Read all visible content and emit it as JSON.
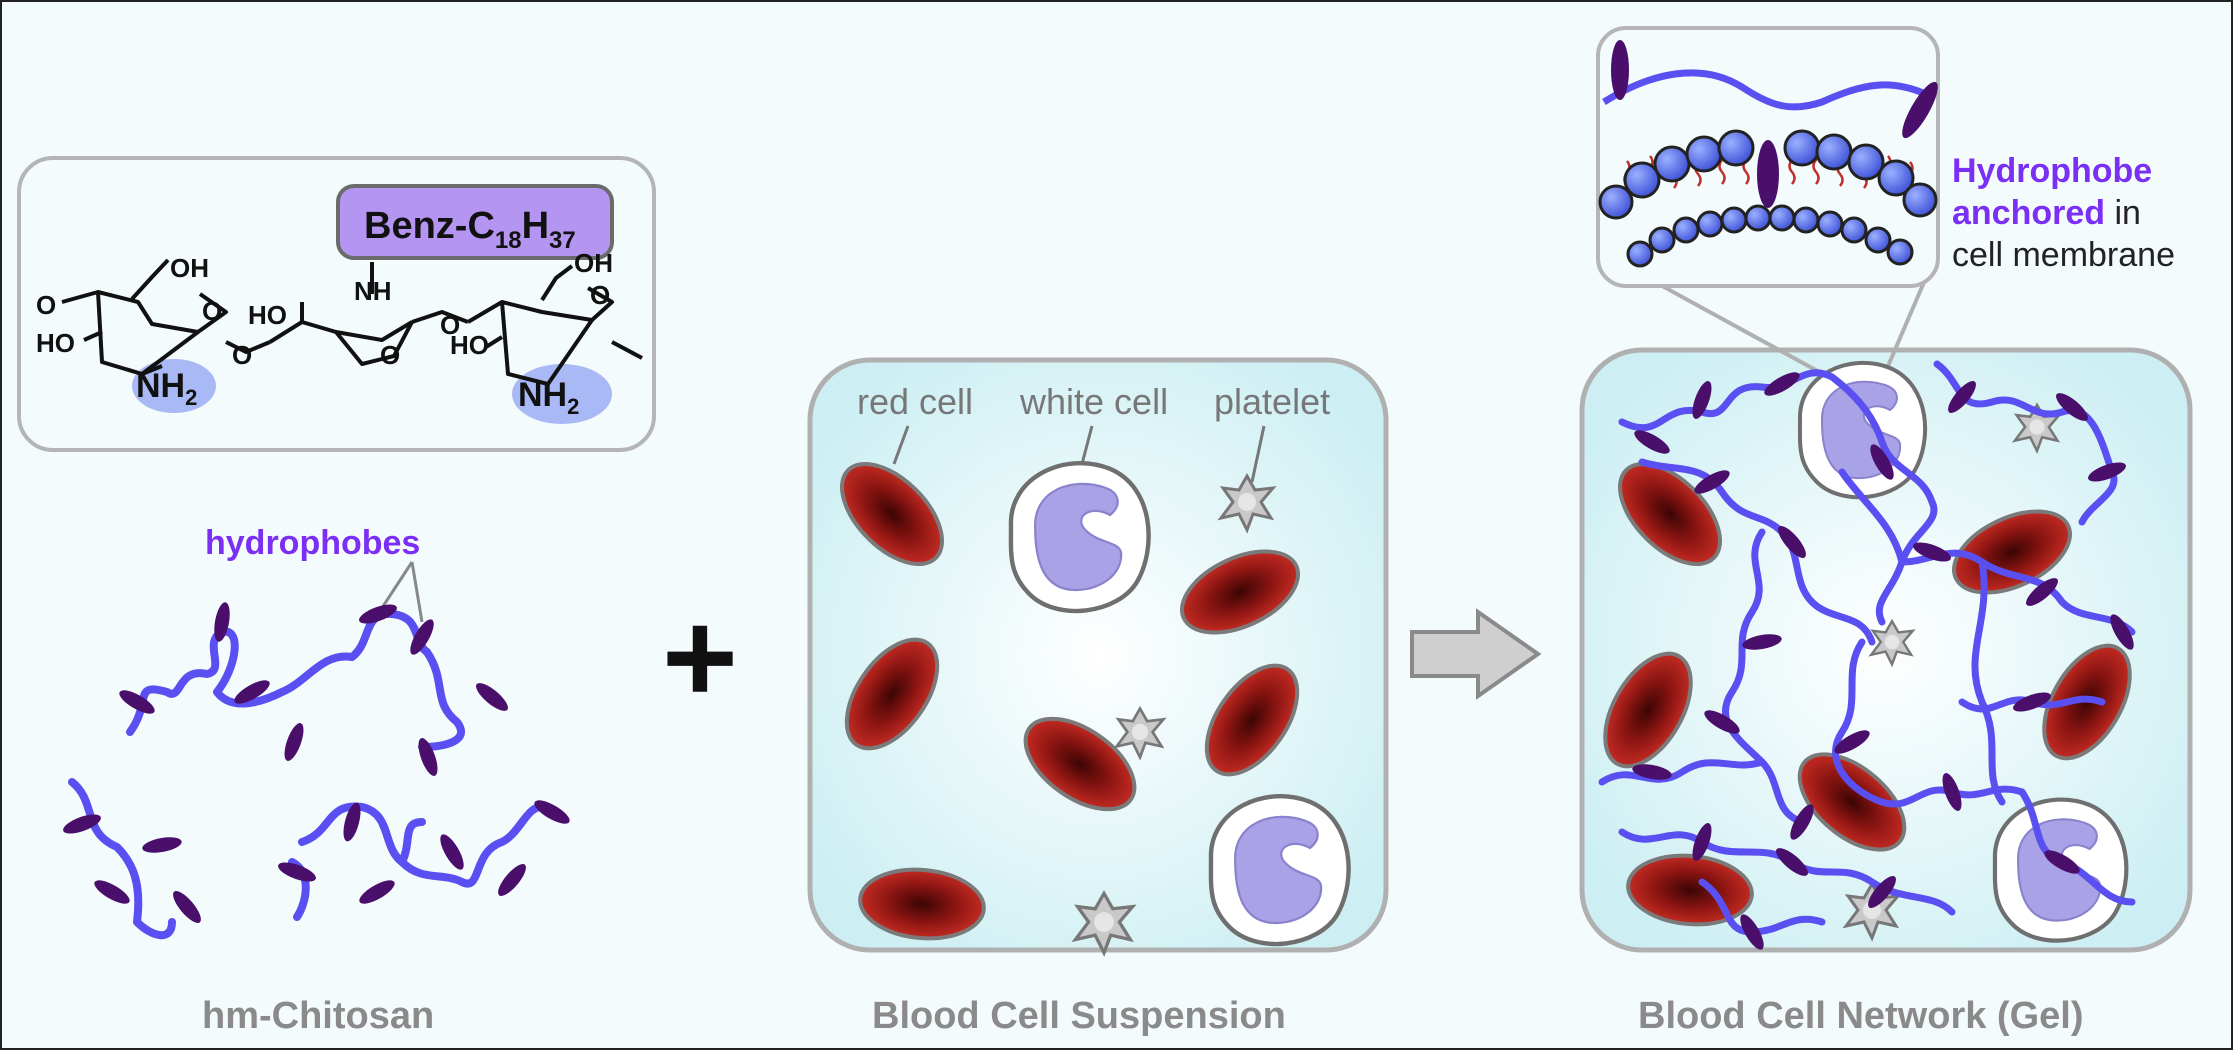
{
  "structure": {
    "substituent_prefix": "Benz-C",
    "substituent_sub1": "18",
    "substituent_h": "H",
    "substituent_sub2": "37",
    "nh_label": "NH",
    "amine1_main": "NH",
    "amine1_sub": "2",
    "amine2_main": "NH",
    "amine2_sub": "2",
    "oh_labels": [
      "OH",
      "HO",
      "HO",
      "OH",
      "HO"
    ],
    "o_label": "O"
  },
  "hm_chitosan": {
    "hydrophobes_label": "hydrophobes",
    "caption": "hm-Chitosan"
  },
  "plus_sign": "+",
  "suspension": {
    "label_red": "red cell",
    "label_white": "white cell",
    "label_platelet": "platelet",
    "caption": "Blood Cell Suspension"
  },
  "network": {
    "inset_line1_a": "Hydrophobe",
    "inset_line2_a": "anchored",
    "inset_line2_b": " in",
    "inset_line3": "cell membrane",
    "caption": "Blood Cell Network (Gel)"
  },
  "colors": {
    "polymer": "#5a4ff0",
    "hydrophobe": "#4a0f6b",
    "hydrophobe_text": "#7b2ff5",
    "red_cell": "#a81e1a",
    "white_cell_nucleus": "#a9a2e6",
    "amine_highlight": "#a9b9f5",
    "substituent_box": "#b496f2"
  }
}
